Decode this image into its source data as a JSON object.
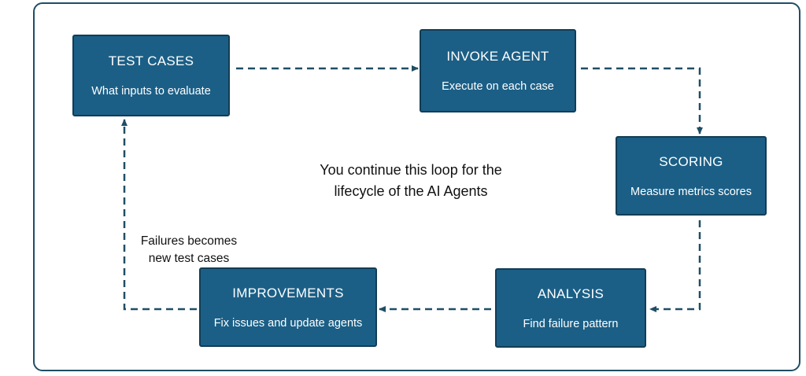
{
  "boxes": {
    "test_cases": {
      "title": "TEST CASES",
      "desc": "What inputs to evaluate"
    },
    "invoke_agent": {
      "title": "INVOKE AGENT",
      "desc": "Execute on each case"
    },
    "scoring": {
      "title": "SCORING",
      "desc": "Measure metrics scores"
    },
    "analysis": {
      "title": "ANALYSIS",
      "desc": "Find failure pattern"
    },
    "improvements": {
      "title": "IMPROVEMENTS",
      "desc": "Fix issues and update agents"
    }
  },
  "notes": {
    "center_line1": "You continue this loop for the",
    "center_line2": "lifecycle of the AI Agents",
    "loop_line1": "Failures becomes",
    "loop_line2": "new test cases"
  },
  "colors": {
    "box_fill": "#1b5f86",
    "box_border": "#123d55",
    "connector": "#1f4e65",
    "frame": "#1f4e65"
  }
}
